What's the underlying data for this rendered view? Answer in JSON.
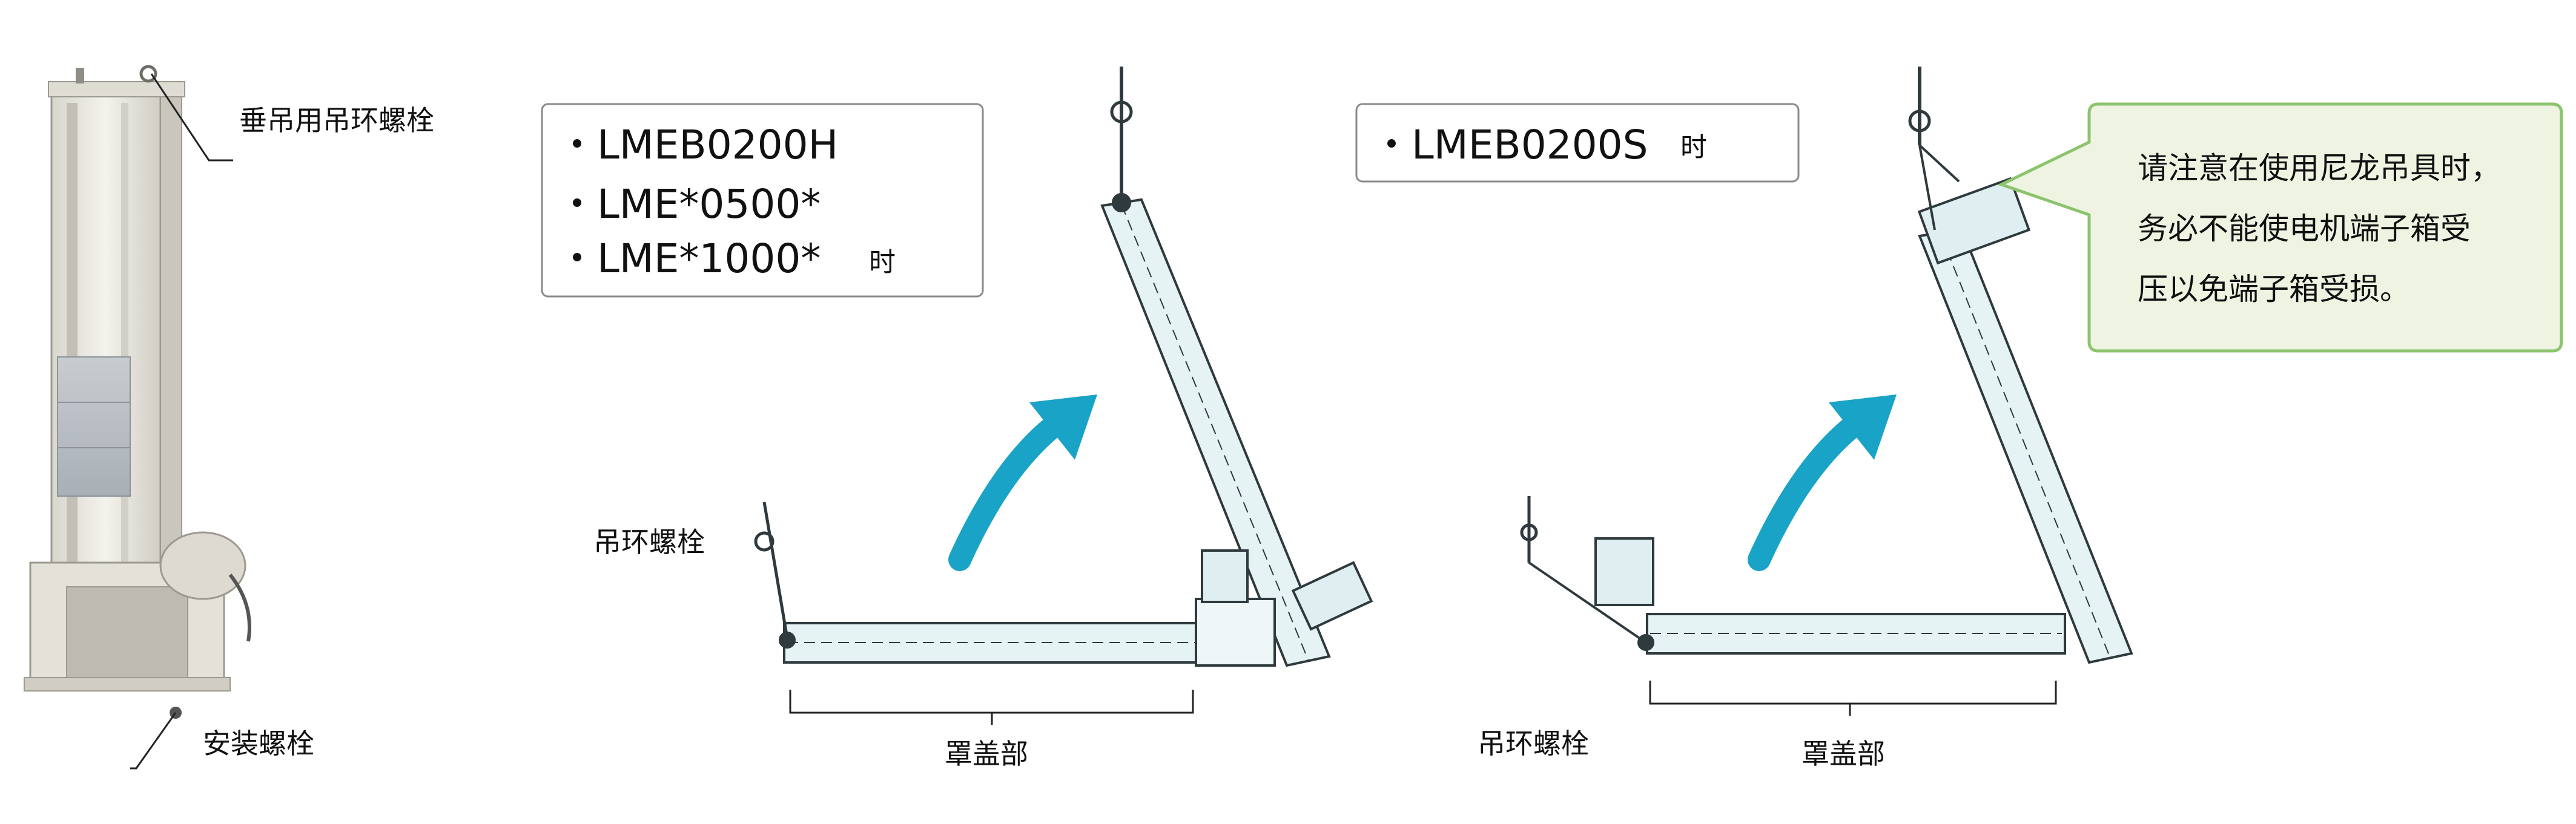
{
  "machine_labels": {
    "hanging_eyebolt": "垂吊用吊环螺栓",
    "mounting_bolt": "安装螺栓"
  },
  "middle_diagram": {
    "models": [
      "・LMEB0200H",
      "・LME*0500*",
      "・LME*1000*"
    ],
    "models_suffix": "时",
    "eyebolt_label": "吊环螺栓",
    "cover_label": "罩盖部"
  },
  "right_diagram": {
    "model": "・LMEB0200S",
    "model_suffix": "时",
    "eyebolt_label": "吊环螺栓",
    "cover_label": "罩盖部"
  },
  "note": {
    "lines": [
      "请注意在使用尼龙吊具时，",
      "务必不能使电机端子箱受",
      "压以免端子箱受损。"
    ]
  },
  "colors": {
    "arrow": "#19a3c6",
    "conveyor_fill": "#e6f3f5",
    "conveyor_stroke": "#2f3a3e",
    "note_fill": "#eef3e2",
    "note_stroke": "#8cc46e",
    "box_stroke": "#8a8a8a",
    "machine_body": "#e9e7df"
  }
}
